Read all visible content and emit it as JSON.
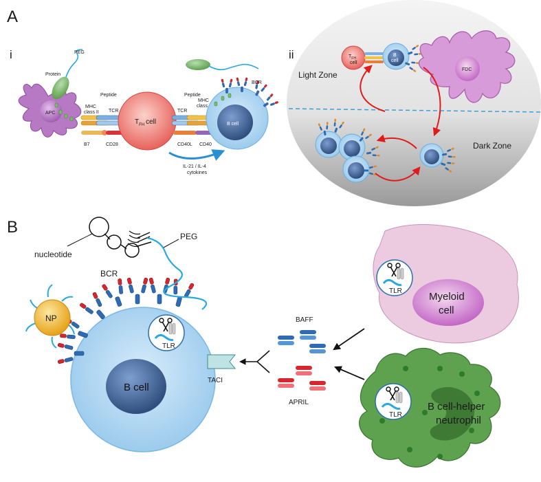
{
  "panel_labels": {
    "a": "A",
    "b": "B",
    "a_i": "i",
    "a_ii": "ii"
  },
  "panel_ai": {
    "peg": "PEG",
    "protein": "Protein",
    "mhc_left": "MHC\nclass II",
    "peptide_left": "Peptide",
    "tcr_left": "TCR",
    "apc": "APC",
    "b7": "B7",
    "cd28": "CD28",
    "tfh_cell": "T",
    "tfh_sub": "FH",
    "tfh_suffix": "cell",
    "tcr_right": "TCR",
    "peptide_right": "Peptide",
    "mhc_right": "MHC\nclass II",
    "bcr": "BCR",
    "b_cell": "B cell",
    "cd40l": "CD40L",
    "cd40": "CD40",
    "cytokines": "IL-21 / IL-4\ncytokines"
  },
  "panel_aii": {
    "tfh_cell": "T",
    "tfh_sub": "FH",
    "tfh_suffix": "cell",
    "b_cell": "B\ncell",
    "light_zone": "Light Zone",
    "dark_zone": "Dark Zone",
    "fdc": "FDC"
  },
  "panel_b": {
    "nucleotide": "nucleotide",
    "peg": "PEG",
    "bcr": "BCR",
    "np": "NP",
    "tlr_bcell": "TLR",
    "b_cell": "B cell",
    "taci": "TACI",
    "baff": "BAFF",
    "april": "APRIL",
    "tlr_myeloid": "TLR",
    "myeloid_cell": "Myeloid\ncell",
    "tlr_neutrophil": "TLR",
    "neutrophil": "B cell-helper\nneutrophil"
  },
  "colors": {
    "apc": "#b778c4",
    "tfh": "#e8625c",
    "bcell": "#9ccbed",
    "nucleus": "#3c5e91",
    "myeloid": "#eccbe1",
    "neutrophil": "#5ea14e",
    "np": "#f2b431",
    "peg": "#29a9de",
    "red_arrow": "#e01b1b"
  }
}
